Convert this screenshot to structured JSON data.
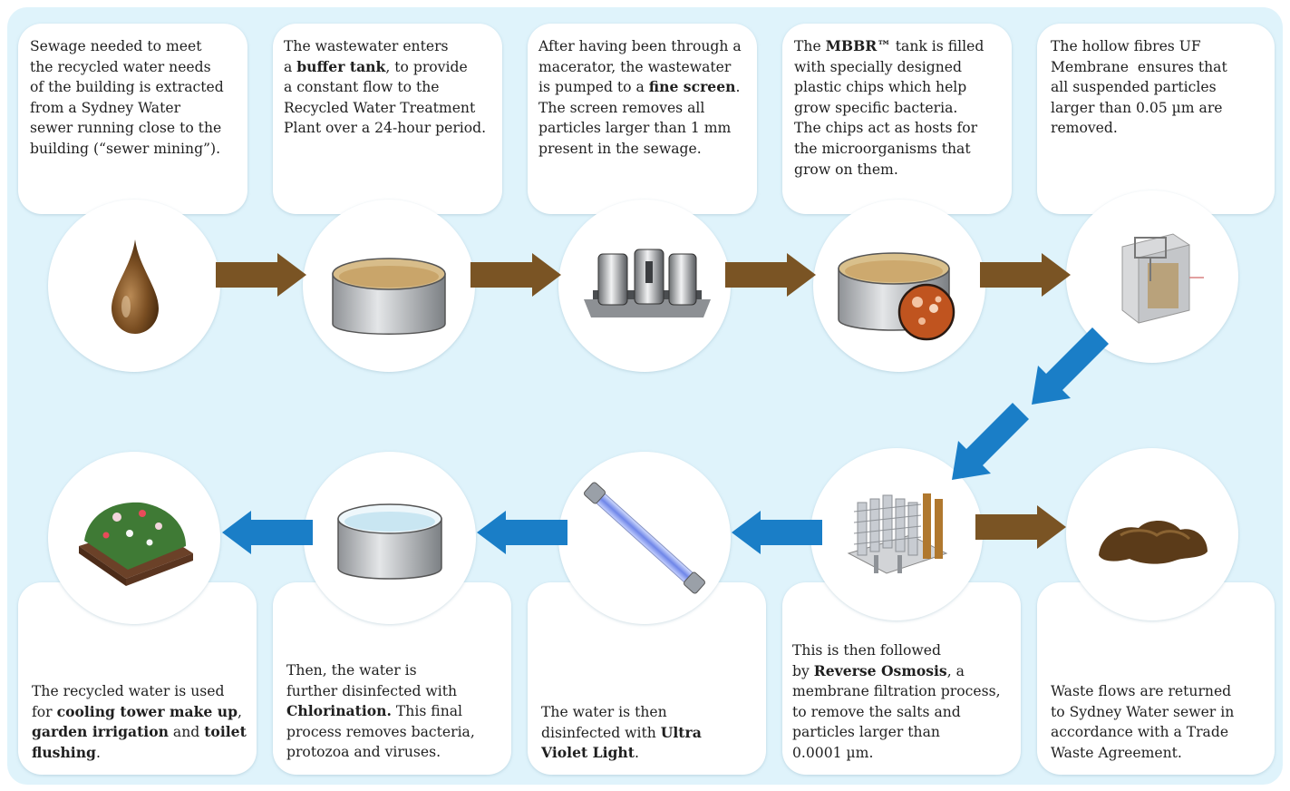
{
  "steps": {
    "s1": {
      "parts": [
        {
          "t": "Sewage needed to meet\nthe recycled water needs\nof the building is extracted\nfrom a Sydney Water\nsewer running close to the\nbuilding (“sewer mining”)."
        }
      ]
    },
    "s2": {
      "parts": [
        {
          "t": "The wastewater enters\na "
        },
        {
          "t": "buffer tank",
          "b": true
        },
        {
          "t": ", to provide\na constant flow to the\nRecycled Water Treatment\nPlant over a 24-hour period."
        }
      ]
    },
    "s3": {
      "parts": [
        {
          "t": "After having been through a\nmacerator, the wastewater\nis pumped to a "
        },
        {
          "t": "fine screen",
          "b": true
        },
        {
          "t": ".\nThe screen removes all\nparticles larger than 1 mm\npresent in the sewage."
        }
      ]
    },
    "s4": {
      "parts": [
        {
          "t": "The "
        },
        {
          "t": "MBBR™",
          "b": true
        },
        {
          "t": " tank is filled\nwith specially designed\nplastic chips which help\ngrow specific bacteria.\nThe chips act as hosts for\nthe microorganisms that\ngrow on them."
        }
      ]
    },
    "s5": {
      "parts": [
        {
          "t": "The hollow fibres UF\nMembrane  ensures that\nall suspended particles\nlarger than 0.05 µm are\nremoved."
        }
      ]
    },
    "s6": {
      "parts": [
        {
          "t": "The recycled water is used\nfor "
        },
        {
          "t": "cooling tower make up",
          "b": true
        },
        {
          "t": ",\n"
        },
        {
          "t": "garden irrigation",
          "b": true
        },
        {
          "t": " and "
        },
        {
          "t": "toilet\nflushing",
          "b": true
        },
        {
          "t": "."
        }
      ]
    },
    "s7": {
      "parts": [
        {
          "t": "Then, the water is\nfurther disinfected with\n"
        },
        {
          "t": "Chlorination.",
          "b": true
        },
        {
          "t": " This final\nprocess removes bacteria,\nprotozoa and viruses."
        }
      ]
    },
    "s8": {
      "parts": [
        {
          "t": "The water is then\ndisinfected with "
        },
        {
          "t": "Ultra\nViolet Light",
          "b": true
        },
        {
          "t": "."
        }
      ]
    },
    "s9": {
      "parts": [
        {
          "t": "This is then followed\nby "
        },
        {
          "t": "Reverse Osmosis",
          "b": true
        },
        {
          "t": ", a\nmembrane filtration process,\nto remove the salts and\nparticles larger than\n0.0001 µm."
        }
      ]
    },
    "s10": {
      "parts": [
        {
          "t": "Waste flows are returned\nto Sydney Water sewer in\naccordance with a Trade\nWaste Agreement."
        }
      ]
    }
  },
  "colors": {
    "background": "#dff3fb",
    "card": "#ffffff",
    "brown_arrow": "#7a5424",
    "blue_arrow": "#1a7ec7",
    "text": "#1f1f1f"
  },
  "icons": {
    "c1": "sewage-drop-icon",
    "c2": "buffer-tank-icon",
    "c3": "fine-screen-icon",
    "c4": "mbbr-tank-icon",
    "c5": "uf-membrane-icon",
    "c6": "garden-irrigation-icon",
    "c7": "chlorination-tank-icon",
    "c8": "uv-lamp-icon",
    "c9": "reverse-osmosis-icon",
    "c10": "waste-sludge-icon"
  }
}
